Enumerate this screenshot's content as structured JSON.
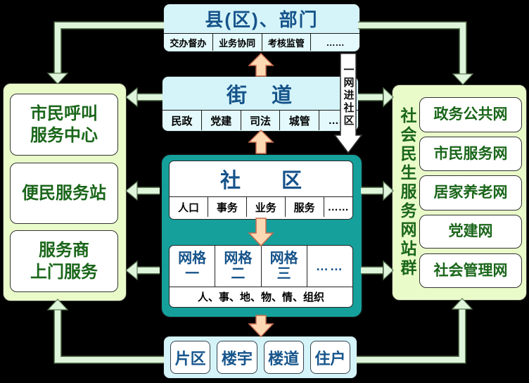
{
  "colors": {
    "background": "#000000",
    "cyan_box": "#d5f4f9",
    "teal_container": "#16a09b",
    "green_panel": "#eafbca",
    "title_blue": "#16538a",
    "text_green": "#1a661a",
    "peach_arrow": "#fcd9b3",
    "peach_arrow_border": "#c96a4e",
    "green_arrow": "#def5dc",
    "banner_white": "#ffffff"
  },
  "county": {
    "title": "县(区)、部门",
    "items": [
      "交办督办",
      "业务协同",
      "考核监管",
      "……"
    ]
  },
  "street": {
    "title": "街　道",
    "items": [
      "民政",
      "党建",
      "司法",
      "城管",
      "……"
    ]
  },
  "banner": {
    "label": "一网进社区"
  },
  "community": {
    "title": "社　　区",
    "items": [
      "人口",
      "事务",
      "业务",
      "服务",
      "……"
    ]
  },
  "grids": {
    "cells": [
      "网格\n一",
      "网格\n二",
      "网格\n三",
      "……"
    ],
    "footer": "人、事、地、物、情、组织"
  },
  "bottom": {
    "items": [
      "片区",
      "楼宇",
      "楼道",
      "住户"
    ]
  },
  "left_panel": {
    "boxes": [
      "市民呼叫\n服务中心",
      "便民服务站",
      "服务商\n上门服务"
    ]
  },
  "right_panel": {
    "label": "社会民生服务网站群",
    "boxes": [
      "政务公共网",
      "市民服务网",
      "居家养老网",
      "党建网",
      "社会管理网"
    ]
  }
}
